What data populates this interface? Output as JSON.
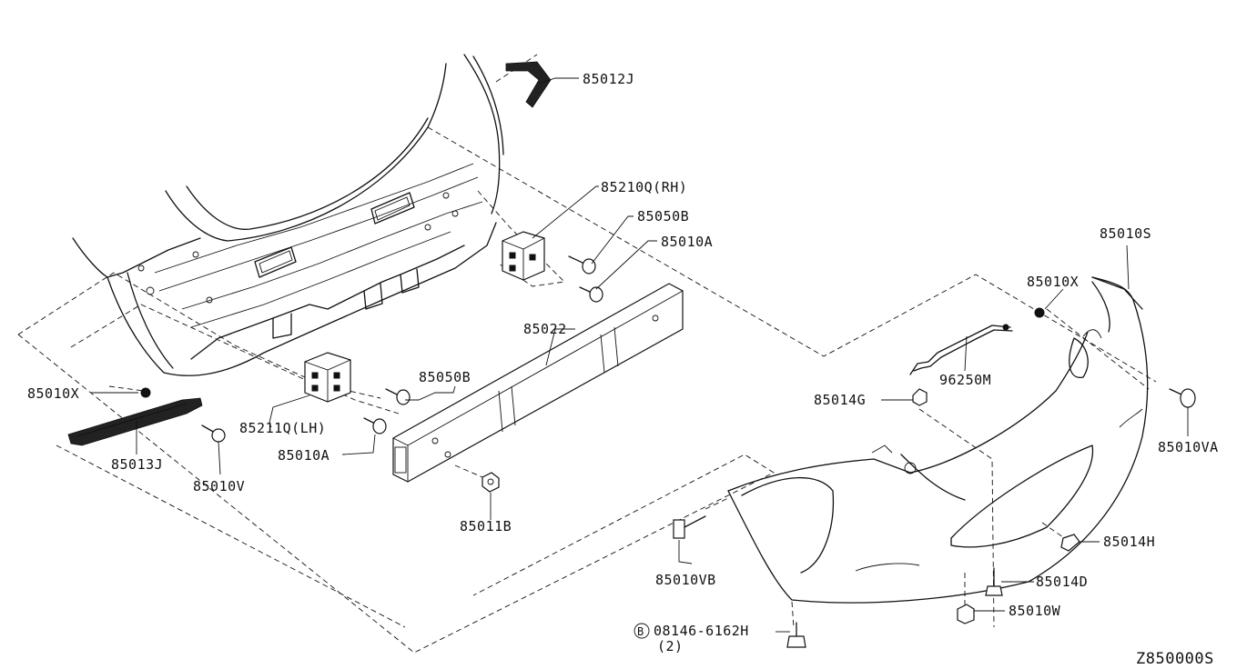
{
  "labels": {
    "p85012J": "85012J",
    "p85210Q": "85210Q(RH)",
    "p85050B_1": "85050B",
    "p85010A_1": "85010A",
    "p85022": "85022",
    "p85050B_2": "85050B",
    "p85211Q": "85211Q(LH)",
    "p85010A_2": "85010A",
    "p85010X_1": "85010X",
    "p85013J": "85013J",
    "p85010V": "85010V",
    "p85011B": "85011B",
    "p85010S": "85010S",
    "p85010X_2": "85010X",
    "p96250M": "96250M",
    "p85014G": "85014G",
    "p85010VA": "85010VA",
    "p85014H": "85014H",
    "p85010VB": "85010VB",
    "p85014D": "85014D",
    "p85010W": "85010W",
    "p08146": "08146-6162H",
    "p08146_qty": "(2)",
    "bolt_symbol": "B",
    "figure_code": "Z850000S"
  }
}
